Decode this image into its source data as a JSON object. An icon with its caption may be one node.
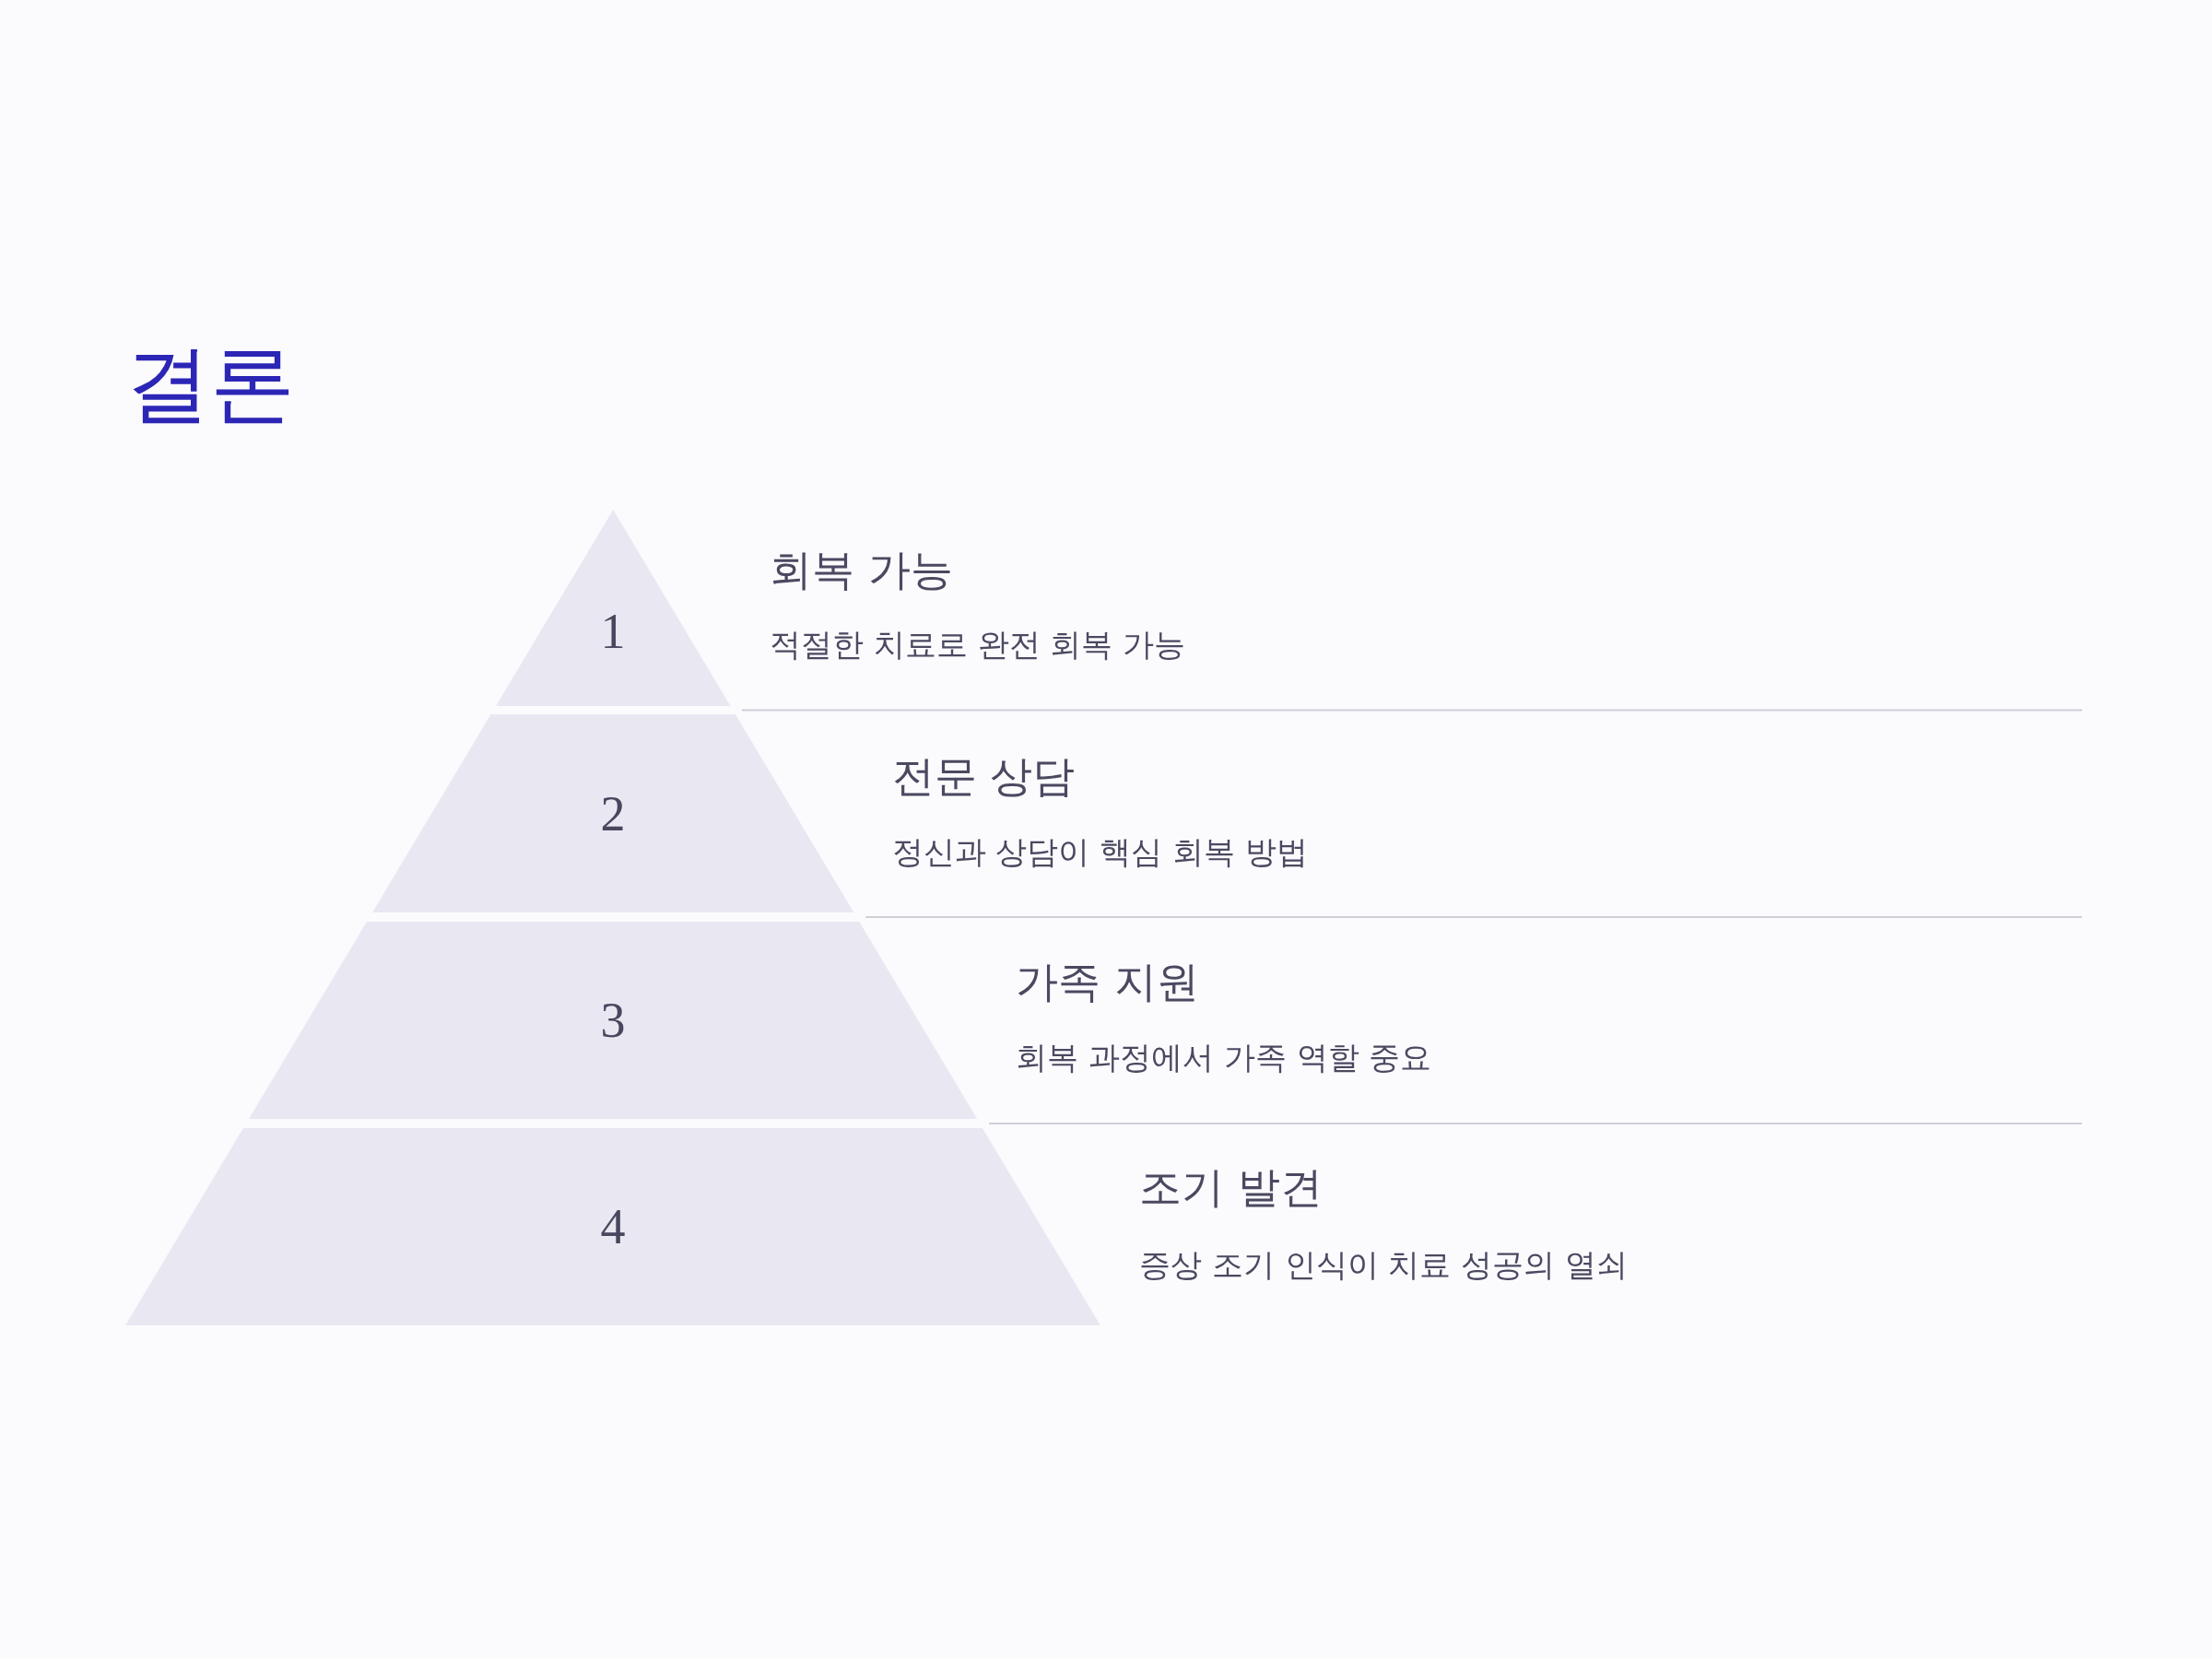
{
  "diagram": {
    "title": "결론",
    "nodes": [
      {
        "text": [
          "1"
        ],
        "beside": [
          "회복 가능",
          "적절한 치료로 완전 회복 가능"
        ]
      },
      {
        "text": [
          "2"
        ],
        "beside": [
          "전문 상담",
          "정신과 상담이 핵심 회복 방법"
        ]
      },
      {
        "text": [
          "3"
        ],
        "beside": [
          "가족 지원",
          "회복 과정에서 가족 역할 중요"
        ]
      },
      {
        "text": [
          "4"
        ],
        "beside": [
          "조기 발견",
          "증상 조기 인식이 치료 성공의 열쇠"
        ]
      }
    ]
  }
}
